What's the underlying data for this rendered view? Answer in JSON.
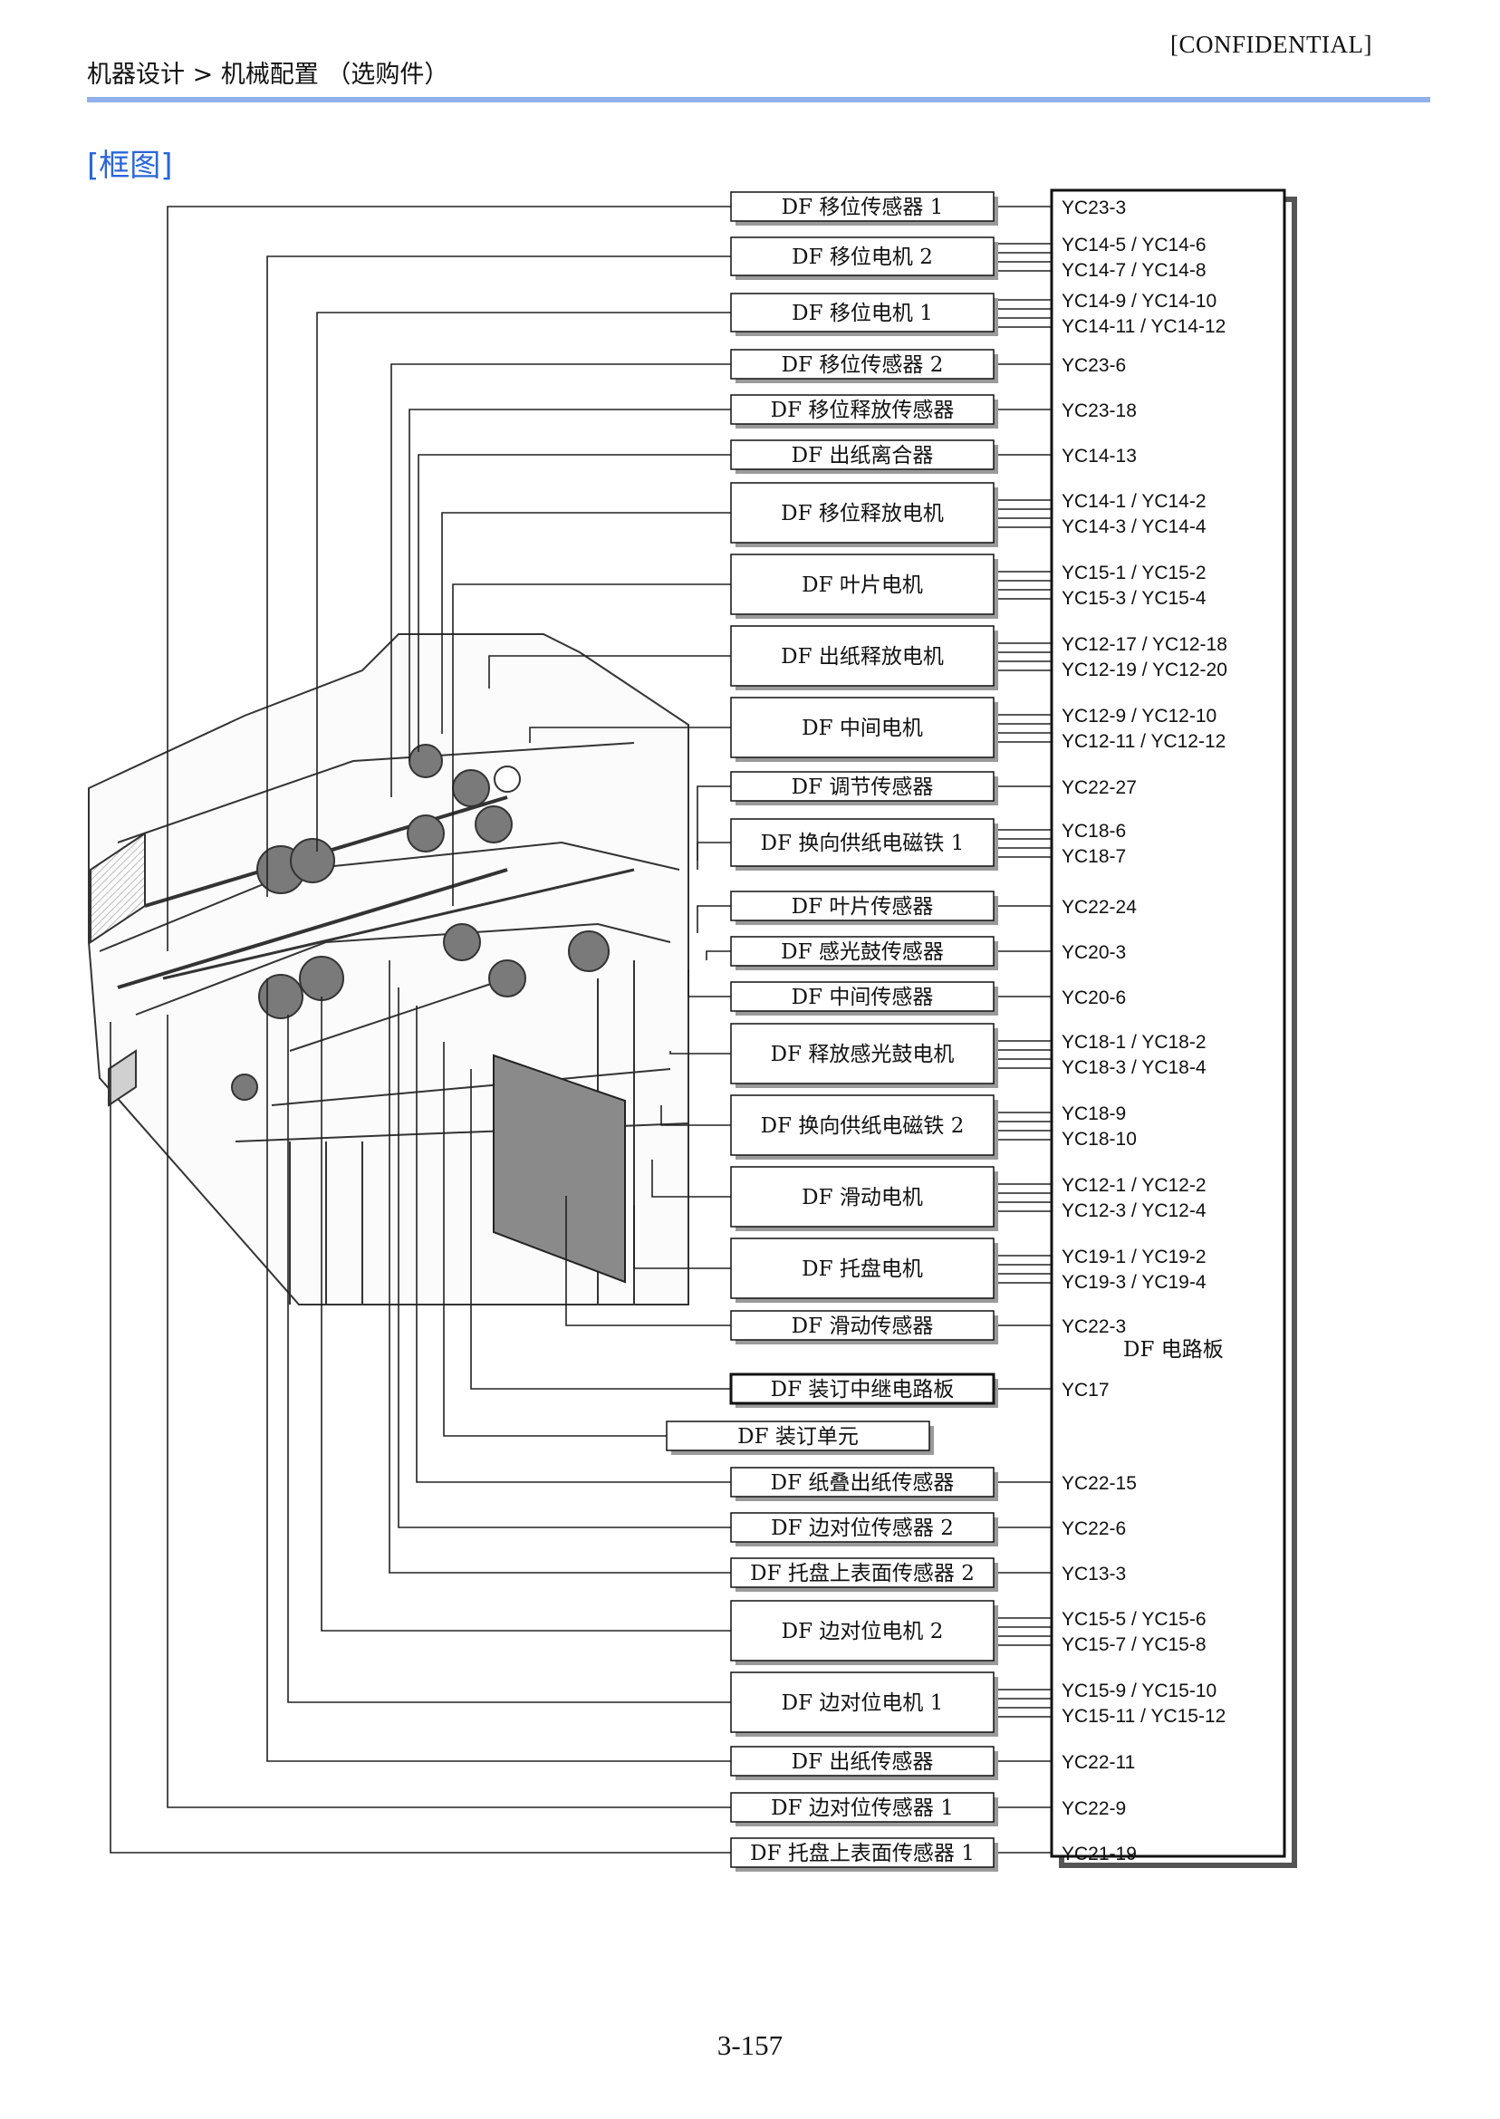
{
  "header": {
    "confidential": "[CONFIDENTIAL]",
    "breadcrumb": "机器设计 > 机械配置 （选购件）"
  },
  "section_title": "[框图]",
  "page_number": "3-157",
  "board_label": "DF 电路板",
  "colors": {
    "rule": "#8fb0ea",
    "title": "#2a66d8",
    "board_fill": "#8a8a8a"
  },
  "components": [
    {
      "name": "DF 移位传感器 1",
      "connector": [
        "YC23-3"
      ]
    },
    {
      "name": "DF 移位电机 2",
      "connector": [
        "YC14-5 / YC14-6",
        "YC14-7 / YC14-8"
      ]
    },
    {
      "name": "DF 移位电机 1",
      "connector": [
        "YC14-9 / YC14-10",
        "YC14-11 / YC14-12"
      ]
    },
    {
      "name": "DF 移位传感器 2",
      "connector": [
        "YC23-6"
      ]
    },
    {
      "name": "DF 移位释放传感器",
      "connector": [
        "YC23-18"
      ]
    },
    {
      "name": "DF 出纸离合器",
      "connector": [
        "YC14-13"
      ]
    },
    {
      "name": "DF 移位释放电机",
      "connector": [
        "YC14-1 / YC14-2",
        "YC14-3 / YC14-4"
      ]
    },
    {
      "name": "DF 叶片电机",
      "connector": [
        "YC15-1 / YC15-2",
        "YC15-3 / YC15-4"
      ]
    },
    {
      "name": "DF 出纸释放电机",
      "connector": [
        "YC12-17 / YC12-18",
        "YC12-19 / YC12-20"
      ]
    },
    {
      "name": "DF 中间电机",
      "connector": [
        "YC12-9 / YC12-10",
        "YC12-11 / YC12-12"
      ]
    },
    {
      "name": "DF 调节传感器",
      "connector": [
        "YC22-27"
      ]
    },
    {
      "name": "DF 换向供纸电磁铁 1",
      "connector": [
        "YC18-6",
        "YC18-7"
      ]
    },
    {
      "name": "DF 叶片传感器",
      "connector": [
        "YC22-24"
      ]
    },
    {
      "name": "DF 感光鼓传感器",
      "connector": [
        "YC20-3"
      ]
    },
    {
      "name": "DF 中间传感器",
      "connector": [
        "YC20-6"
      ]
    },
    {
      "name": "DF 释放感光鼓电机",
      "connector": [
        "YC18-1 / YC18-2",
        "YC18-3 / YC18-4"
      ]
    },
    {
      "name": "DF 换向供纸电磁铁 2",
      "connector": [
        "YC18-9",
        "YC18-10"
      ]
    },
    {
      "name": "DF 滑动电机",
      "connector": [
        "YC12-1 / YC12-2",
        "YC12-3 / YC12-4"
      ]
    },
    {
      "name": "DF 托盘电机",
      "connector": [
        "YC19-1 / YC19-2",
        "YC19-3 / YC19-4"
      ]
    },
    {
      "name": "DF 滑动传感器",
      "connector": [
        "YC22-3"
      ]
    },
    {
      "name": "DF 装订中继电路板",
      "connector": [
        "YC17"
      ]
    },
    {
      "name": "DF 装订单元",
      "connector": []
    },
    {
      "name": "DF 纸叠出纸传感器",
      "connector": [
        "YC22-15"
      ]
    },
    {
      "name": "DF 边对位传感器 2",
      "connector": [
        "YC22-6"
      ]
    },
    {
      "name": "DF 托盘上表面传感器 2",
      "connector": [
        "YC13-3"
      ]
    },
    {
      "name": "DF 边对位电机 2",
      "connector": [
        "YC15-5 / YC15-6",
        "YC15-7 / YC15-8"
      ]
    },
    {
      "name": "DF 边对位电机 1",
      "connector": [
        "YC15-9 / YC15-10",
        "YC15-11 / YC15-12"
      ]
    },
    {
      "name": "DF 出纸传感器",
      "connector": [
        "YC22-11"
      ]
    },
    {
      "name": "DF 边对位传感器 1",
      "connector": [
        "YC22-9"
      ]
    },
    {
      "name": "DF 托盘上表面传感器 1",
      "connector": [
        "YC21-19"
      ]
    }
  ]
}
